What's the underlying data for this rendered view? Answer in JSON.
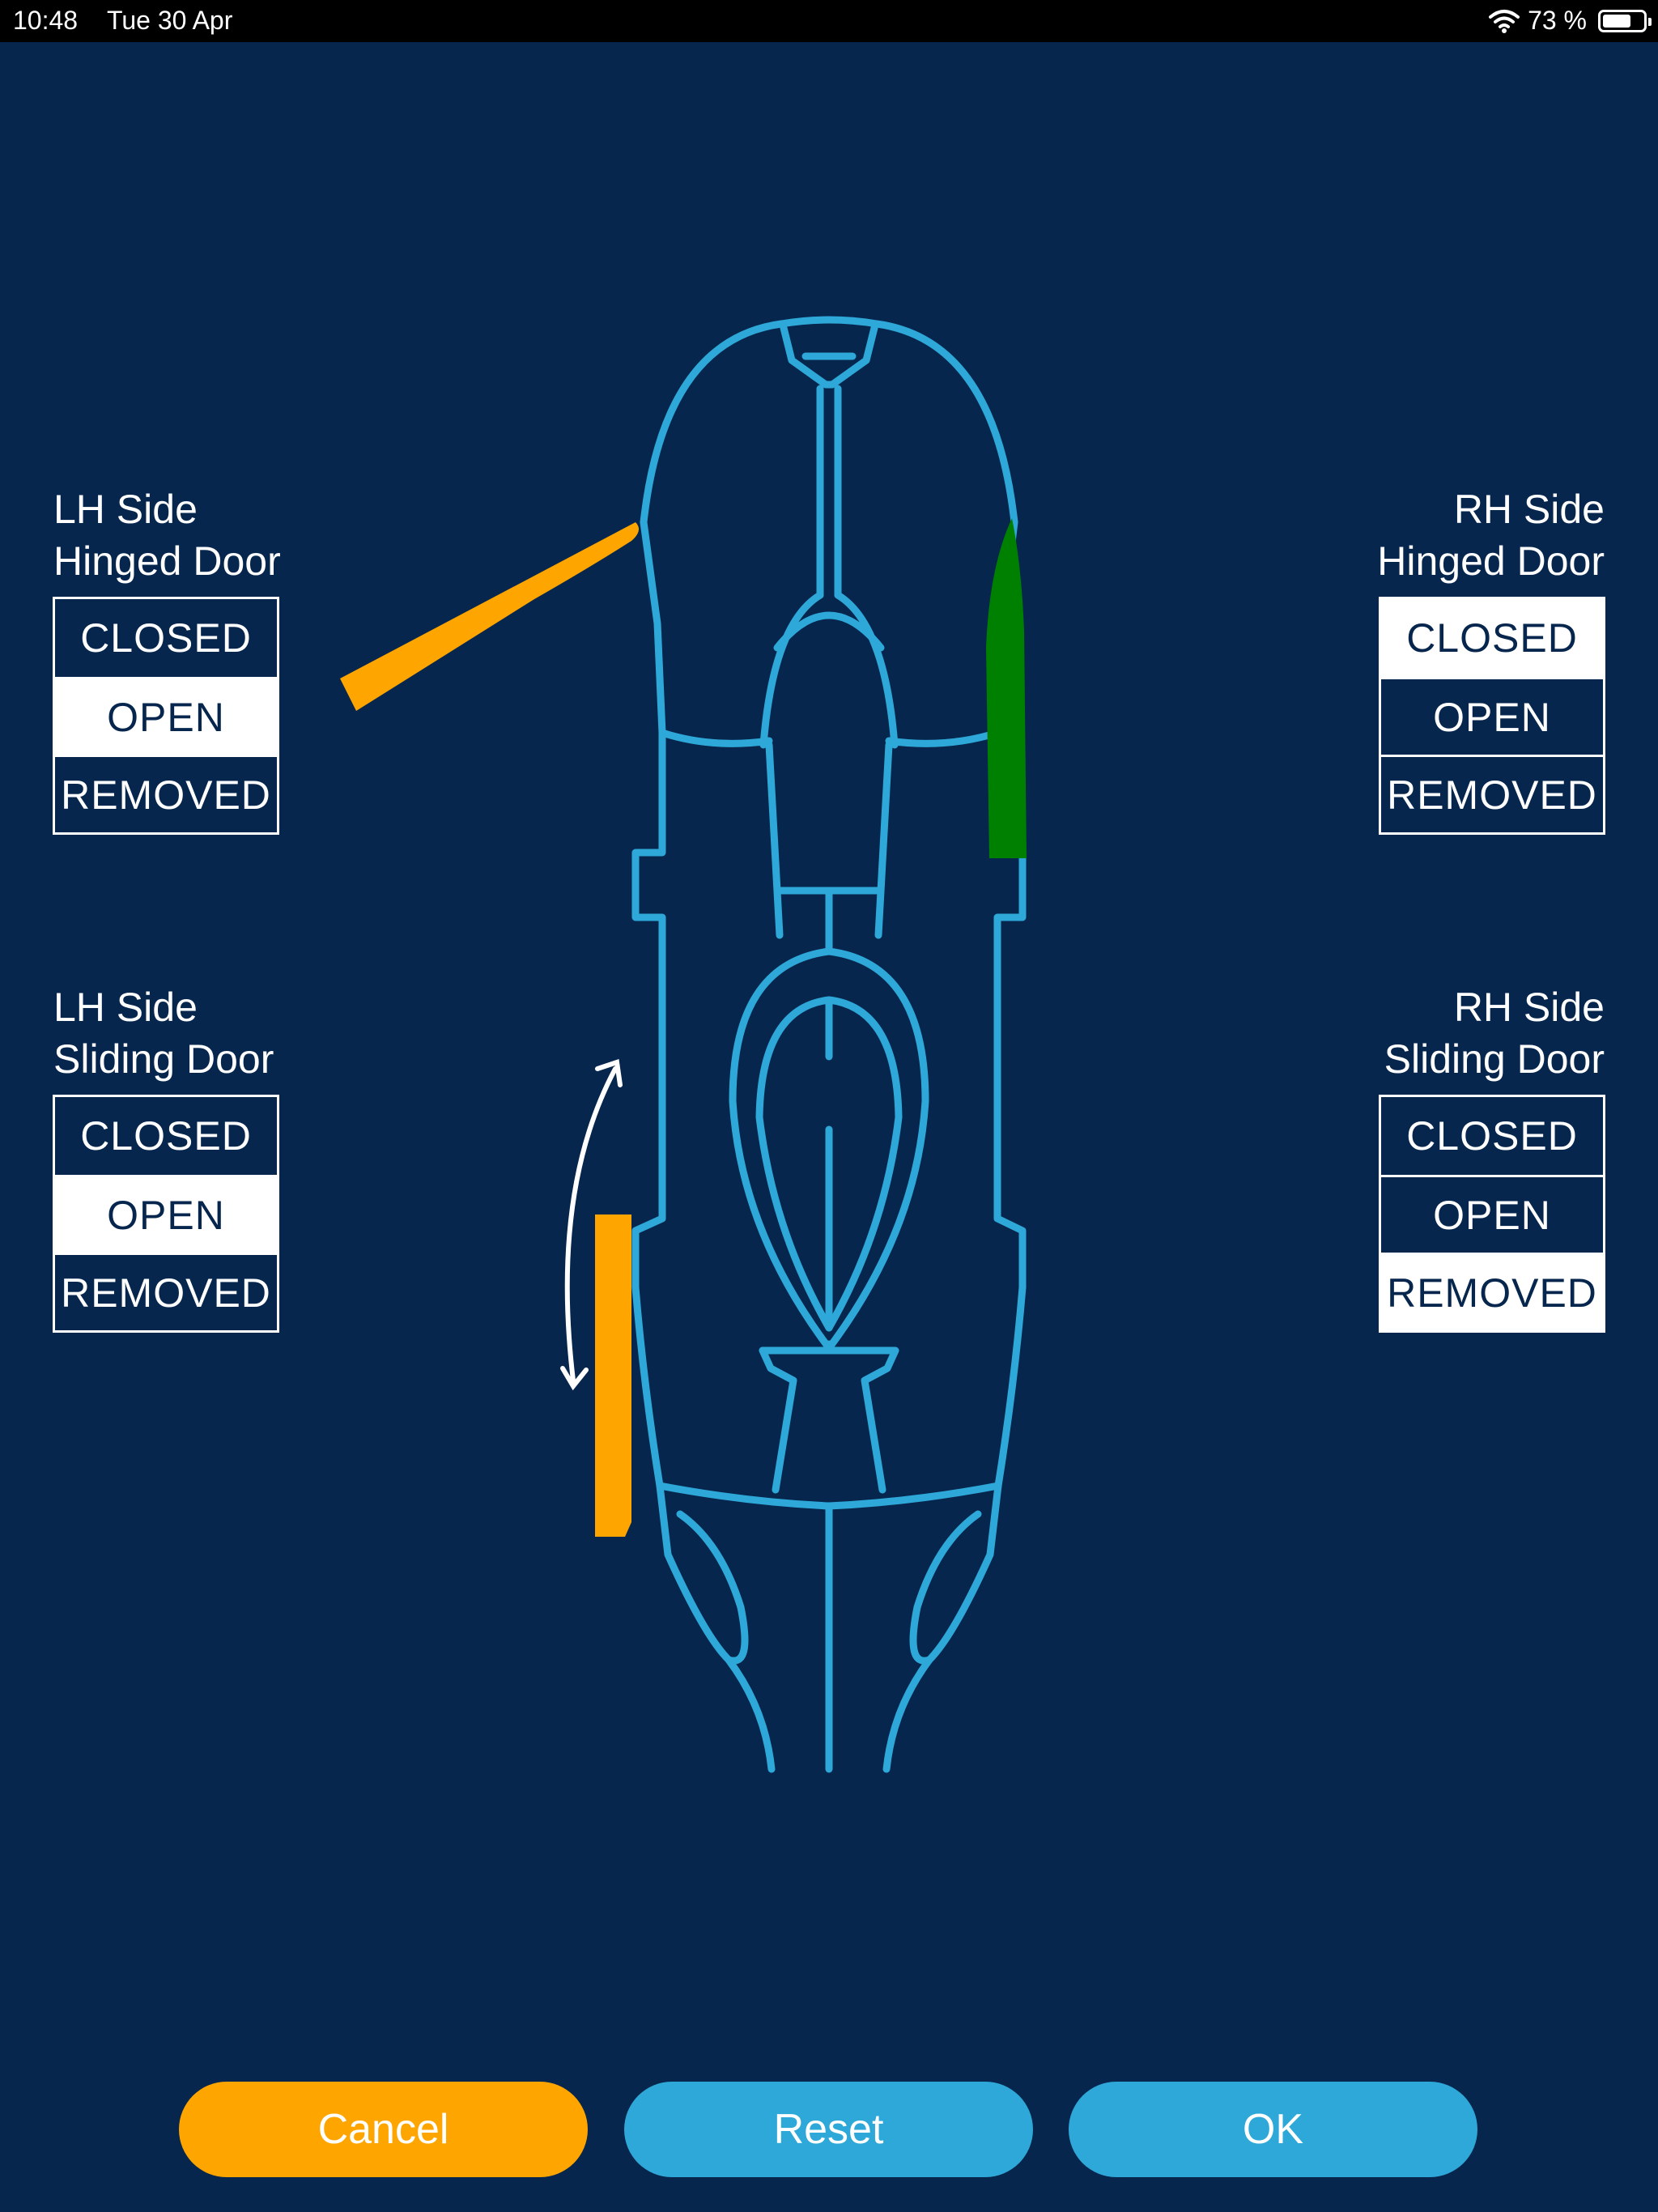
{
  "status_bar": {
    "time": "10:48",
    "date": "Tue 30 Apr",
    "battery": "73 %",
    "battery_level": 0.73
  },
  "doors": {
    "lh_hinged": {
      "label_line1": "LH Side",
      "label_line2": "Hinged Door",
      "options": [
        "CLOSED",
        "OPEN",
        "REMOVED"
      ],
      "selected": "OPEN"
    },
    "rh_hinged": {
      "label_line1": "RH Side",
      "label_line2": "Hinged Door",
      "options": [
        "CLOSED",
        "OPEN",
        "REMOVED"
      ],
      "selected": "CLOSED"
    },
    "lh_sliding": {
      "label_line1": "LH Side",
      "label_line2": "Sliding Door",
      "options": [
        "CLOSED",
        "OPEN",
        "REMOVED"
      ],
      "selected": "OPEN"
    },
    "rh_sliding": {
      "label_line1": "RH Side",
      "label_line2": "Sliding Door",
      "options": [
        "CLOSED",
        "OPEN",
        "REMOVED"
      ],
      "selected": "REMOVED"
    }
  },
  "colors": {
    "background": "#06264d",
    "outline": "#2ea8d8",
    "door_open": "#ffa500",
    "door_closed": "#008000",
    "cancel_button": "#ffa500",
    "primary_button": "#2ea8d8"
  },
  "buttons": {
    "cancel": "Cancel",
    "reset": "Reset",
    "ok": "OK"
  }
}
